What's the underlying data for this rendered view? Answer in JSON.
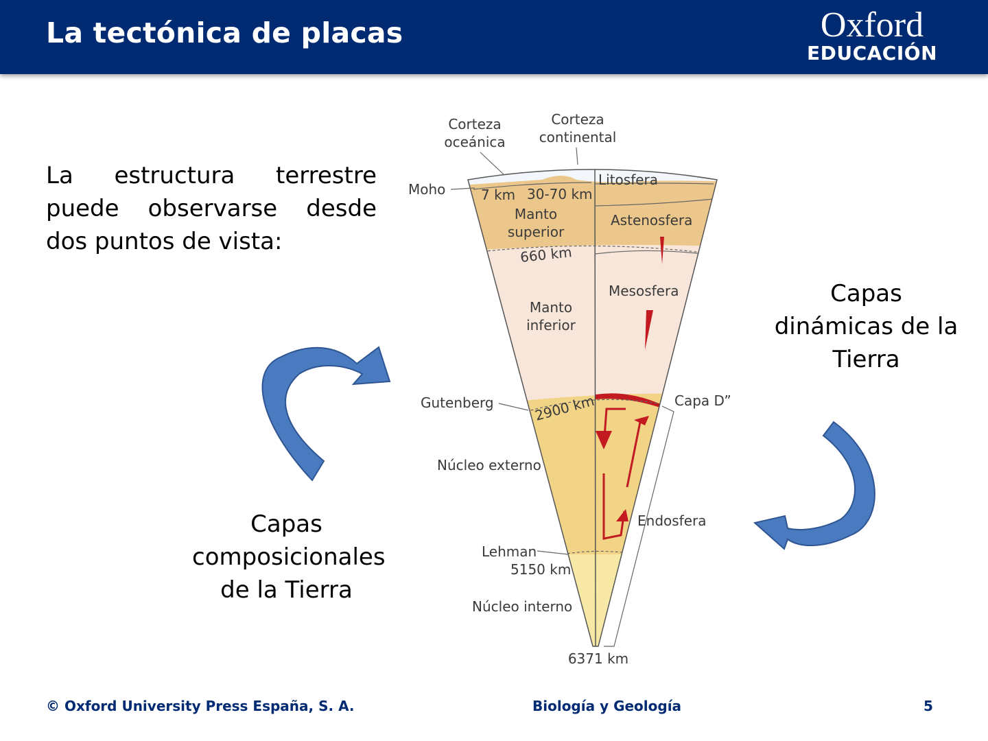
{
  "header": {
    "title": "La tectónica de placas",
    "brand_name": "Oxford",
    "brand_sub": "EDUCACIÓN"
  },
  "intro_text": "La estructura terrestre puede observarse desde dos puntos de vista:",
  "compositional_label": [
    "Capas",
    "composicionales",
    "de la Tierra"
  ],
  "dynamic_label": [
    "Capas",
    "dinámicas de la",
    "Tierra"
  ],
  "diagram": {
    "oceanic_crust": [
      "Corteza",
      "oceánica"
    ],
    "continental_crust": [
      "Corteza",
      "continental"
    ],
    "moho": "Moho",
    "depth_7": "7 km",
    "depth_30_70": "30-70 km",
    "upper_mantle": [
      "Manto",
      "superior"
    ],
    "lithosphere": "Litosfera",
    "asthenosphere": "Astenosfera",
    "depth_660": "660 km",
    "mesosphere": "Mesosfera",
    "lower_mantle": [
      "Manto",
      "inferior"
    ],
    "gutenberg": "Gutenberg",
    "depth_2900": "2900 km",
    "layer_d": "Capa D”",
    "outer_core": "Núcleo externo",
    "endosphere": "Endosfera",
    "lehman": "Lehman",
    "depth_5150": "5150 km",
    "inner_core": "Núcleo interno",
    "depth_6371": "6371 km"
  },
  "colors": {
    "header_bg": "#002a72",
    "arrow_fill": "#4a7ac0",
    "crust_blue": "#a9cbe8",
    "upper_mantle": "#ecc78b",
    "lower_mantle": "#f8e6da",
    "outer_core": "#f2d487",
    "inner_core": "#f8e8a6",
    "convection_red": "#c21a20"
  },
  "footer": {
    "copyright": "© Oxford University Press España, S. A.",
    "subject": "Biología y Geología",
    "page": "5"
  }
}
